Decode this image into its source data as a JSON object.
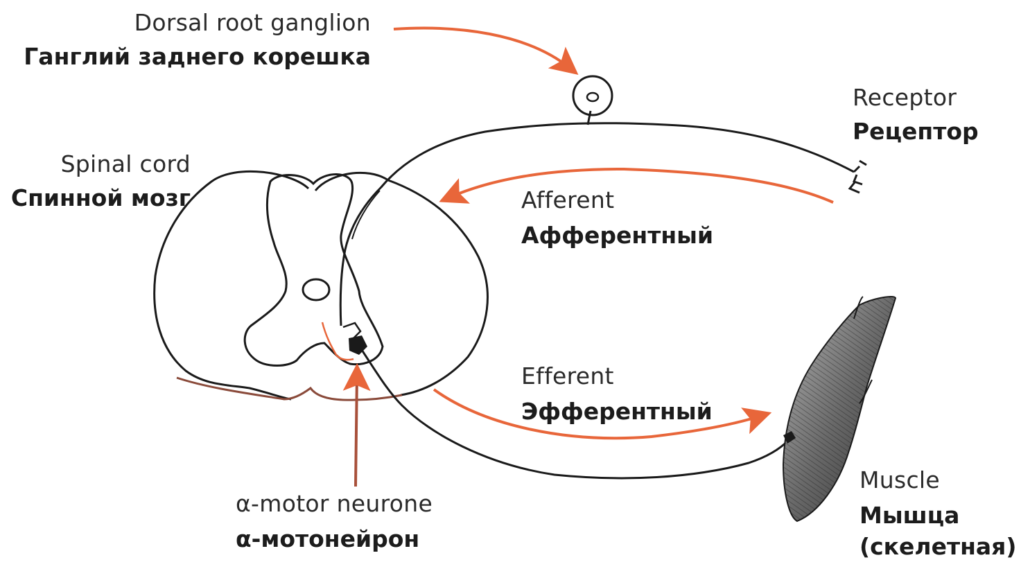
{
  "labels": {
    "drg": {
      "en": "Dorsal root ganglion",
      "ru": "Ганглий заднего корешка"
    },
    "receptor": {
      "en": "Receptor",
      "ru": "Рецептор"
    },
    "spinal_cord": {
      "en": "Spinal cord",
      "ru": "Спинной мозг"
    },
    "afferent": {
      "en": "Afferent",
      "ru": "Афферентный"
    },
    "efferent": {
      "en": "Efferent",
      "ru": "Эфферентный"
    },
    "motor_neurone": {
      "en": "α-motor neurone",
      "ru": "α-мотонейрон"
    },
    "muscle": {
      "en": "Muscle",
      "ru_line1": "Мышца",
      "ru_line2": "(скелетная)"
    }
  },
  "colors": {
    "arrow": "#e8663a",
    "arrow_dark": "#a8503a",
    "outline": "#1a1a1a",
    "cord_base": "#8a4a3a",
    "muscle_fill": "#8e8e8e"
  }
}
